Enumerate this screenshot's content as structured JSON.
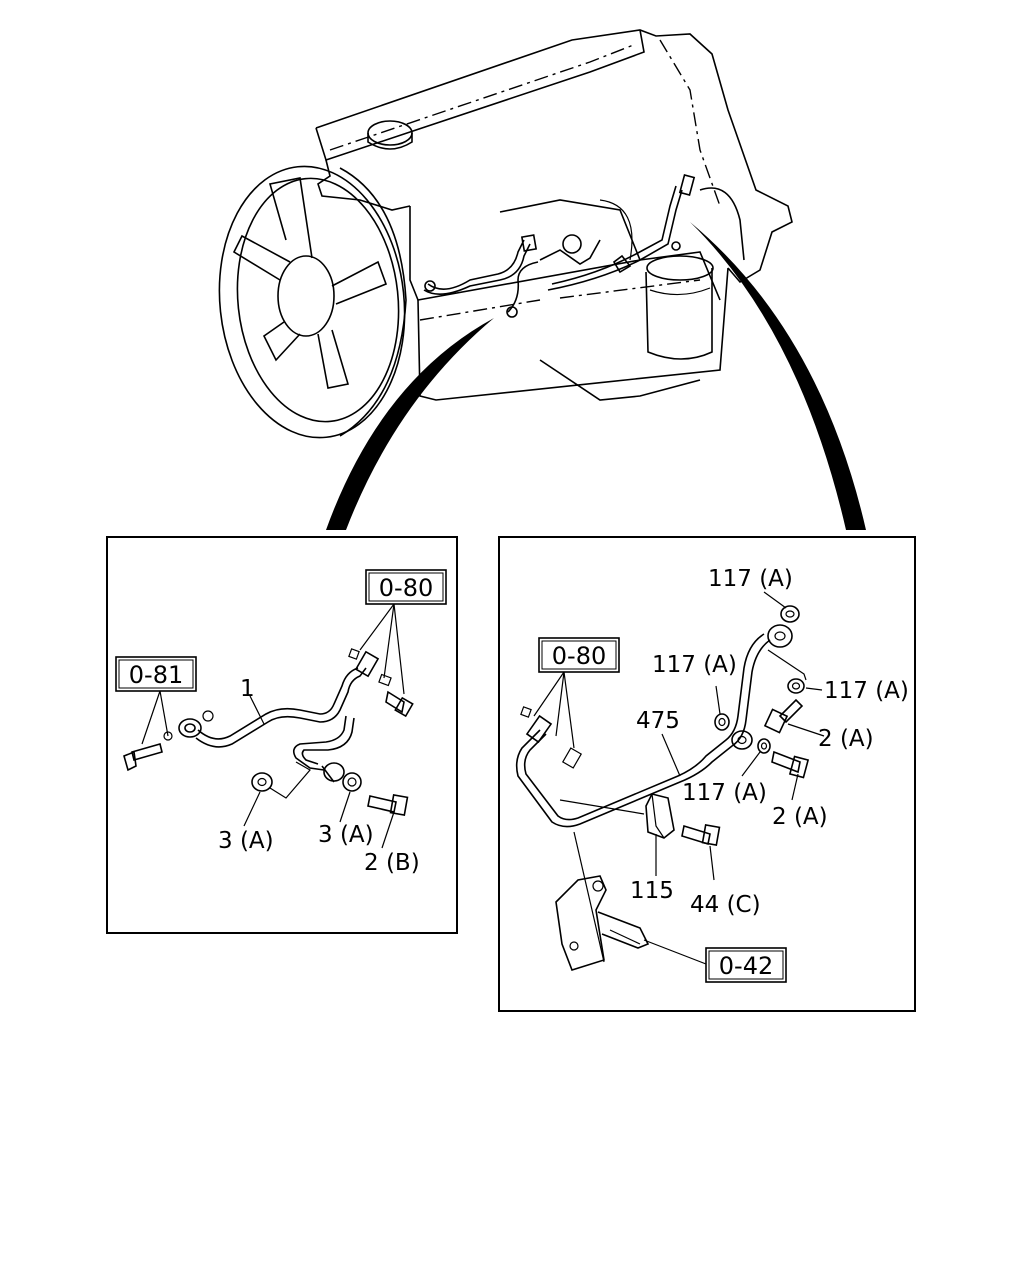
{
  "left_panel": {
    "refs": [
      {
        "id": "ref-0-81",
        "text": "0-81"
      },
      {
        "id": "ref-0-80",
        "text": "0-80"
      }
    ],
    "callouts": [
      {
        "id": "part-1",
        "text": "1"
      },
      {
        "id": "part-3a-left",
        "text": "3 (A)"
      },
      {
        "id": "part-3a-right",
        "text": "3 (A)"
      },
      {
        "id": "part-2b",
        "text": "2 (B)"
      }
    ]
  },
  "right_panel": {
    "refs": [
      {
        "id": "ref-0-80",
        "text": "0-80"
      },
      {
        "id": "ref-0-42",
        "text": "0-42"
      }
    ],
    "callouts": [
      {
        "id": "part-117a-top",
        "text": "117 (A)"
      },
      {
        "id": "part-117a-upper-left",
        "text": "117 (A)"
      },
      {
        "id": "part-117a-right",
        "text": "117 (A)"
      },
      {
        "id": "part-475",
        "text": "475"
      },
      {
        "id": "part-2a-upper",
        "text": "2 (A)"
      },
      {
        "id": "part-117a-lower",
        "text": "117 (A)"
      },
      {
        "id": "part-2a-lower",
        "text": "2 (A)"
      },
      {
        "id": "part-115",
        "text": "115"
      },
      {
        "id": "part-44c",
        "text": "44 (C)"
      }
    ]
  }
}
